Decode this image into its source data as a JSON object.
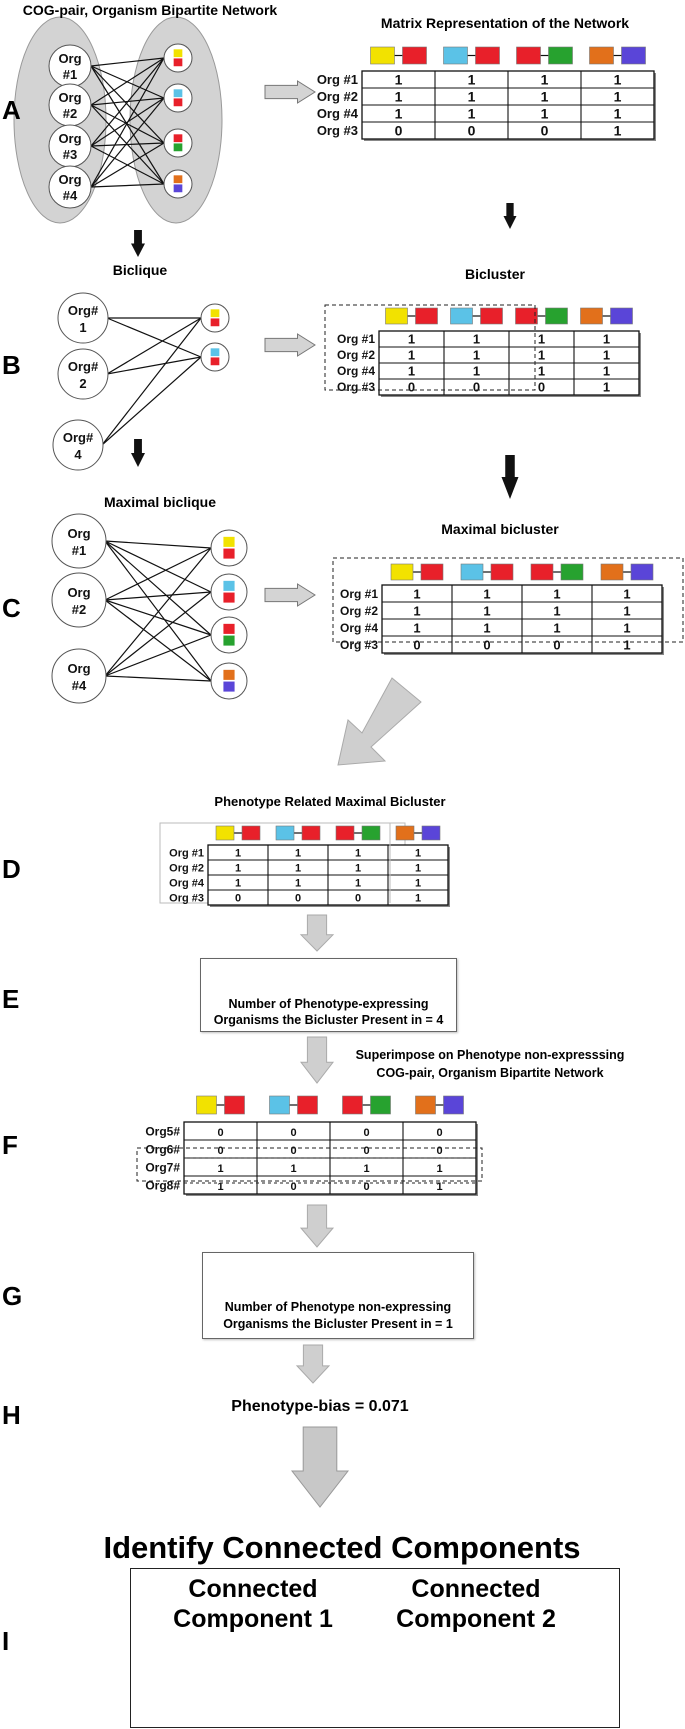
{
  "colors": {
    "yellow": "#f2e200",
    "red": "#e8202a",
    "cyan": "#5bc2e7",
    "green": "#27a22f",
    "orange": "#e2701b",
    "purple": "#5a45d8",
    "ellipse": "#d6d6d6",
    "gray_arrow": "#c8c8c8",
    "black": "#111111"
  },
  "panel_labels": [
    "A",
    "B",
    "C",
    "D",
    "E",
    "F",
    "G",
    "H",
    "I"
  ],
  "A": {
    "title": "COG-pair, Organism Bipartite Network",
    "orgs": [
      "Org",
      "Org",
      "Org",
      "Org"
    ],
    "org_numbers": [
      "#1",
      "#2",
      "#3",
      "#4"
    ],
    "matrix_title": "Matrix Representation of the Network",
    "rows": [
      "Org #1",
      "Org #2",
      "Org #4",
      "Org #3"
    ],
    "values": [
      [
        "1",
        "1",
        "1",
        "1"
      ],
      [
        "1",
        "1",
        "1",
        "1"
      ],
      [
        "1",
        "1",
        "1",
        "1"
      ],
      [
        "0",
        "0",
        "0",
        "1"
      ]
    ]
  },
  "B": {
    "title": "Biclique",
    "orgs": [
      "Org#",
      "Org#",
      "Org#"
    ],
    "org_numbers": [
      "1",
      "2",
      "4"
    ],
    "matrix_title": "Bicluster",
    "rows": [
      "Org #1",
      "Org #2",
      "Org #4",
      "Org #3"
    ],
    "values": [
      [
        "1",
        "1",
        "1",
        "1"
      ],
      [
        "1",
        "1",
        "1",
        "1"
      ],
      [
        "1",
        "1",
        "1",
        "1"
      ],
      [
        "0",
        "0",
        "0",
        "1"
      ]
    ]
  },
  "C": {
    "title": "Maximal biclique",
    "orgs": [
      "Org",
      "Org",
      "Org"
    ],
    "org_numbers": [
      "#1",
      "#2",
      "#4"
    ],
    "matrix_title": "Maximal bicluster",
    "rows": [
      "Org #1",
      "Org #2",
      "Org #4",
      "Org #3"
    ],
    "values": [
      [
        "1",
        "1",
        "1",
        "1"
      ],
      [
        "1",
        "1",
        "1",
        "1"
      ],
      [
        "1",
        "1",
        "1",
        "1"
      ],
      [
        "0",
        "0",
        "0",
        "1"
      ]
    ]
  },
  "D": {
    "title": "Phenotype Related Maximal Bicluster",
    "rows": [
      "Org #1",
      "Org #2",
      "Org #4",
      "Org #3"
    ],
    "values": [
      [
        "1",
        "1",
        "1",
        "1"
      ],
      [
        "1",
        "1",
        "1",
        "1"
      ],
      [
        "1",
        "1",
        "1",
        "1"
      ],
      [
        "0",
        "0",
        "0",
        "1"
      ]
    ]
  },
  "E": {
    "line1": "Number of  Phenotype-expressing",
    "line2": "Organisms the Bicluster Present in = 4"
  },
  "F": {
    "caption1": "Superimpose on Phenotype non-expresssing",
    "caption2": "COG-pair, Organism Bipartite Network",
    "rows": [
      "Org5#",
      "Org6#",
      "Org7#",
      "Org8#"
    ],
    "values": [
      [
        "0",
        "0",
        "0",
        "0"
      ],
      [
        "0",
        "0",
        "0",
        "0"
      ],
      [
        "1",
        "1",
        "1",
        "1"
      ],
      [
        "1",
        "0",
        "0",
        "1"
      ]
    ]
  },
  "G": {
    "line1": "Number of  Phenotype non-expressing",
    "line2": "Organisms the Bicluster Present in = 1"
  },
  "H": {
    "text": "Phenotype-bias = 0.071"
  },
  "I": {
    "heading": "Identify Connected Components",
    "comp1_line1": "Connected",
    "comp1_line2": "Component 1",
    "comp2_line1": "Connected",
    "comp2_line2": "Component 2"
  }
}
